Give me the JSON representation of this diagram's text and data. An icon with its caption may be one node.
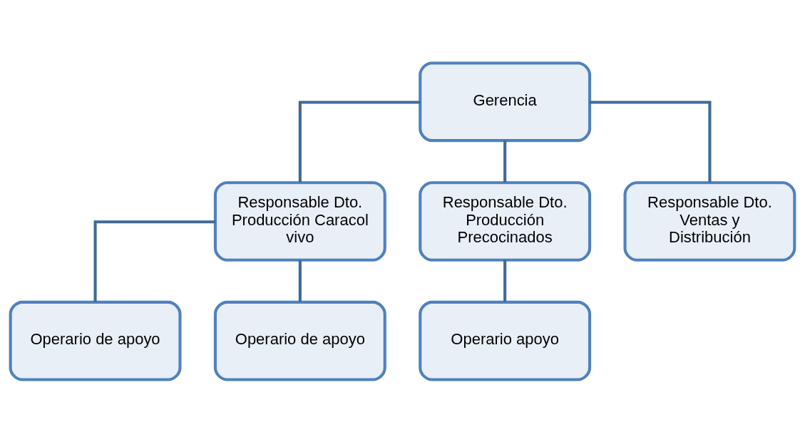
{
  "diagram": {
    "nodes": [
      {
        "text": [
          "Gerencia"
        ]
      },
      {
        "text": [
          "Responsable Dto. Producción Caracol vivo"
        ]
      },
      {
        "text": [
          "Responsable Dto. Producción Precocinados"
        ]
      },
      {
        "text": [
          "Responsable Dto. Ventas y Distribución"
        ]
      },
      {
        "text": [
          "Operario de apoyo"
        ]
      },
      {
        "text": [
          "Operario de apoyo"
        ]
      },
      {
        "text": [
          "Operario apoyo"
        ]
      }
    ],
    "edges": [
      {
        "from": 0,
        "to": 1,
        "arrow": "none"
      },
      {
        "from": 0,
        "to": 2,
        "arrow": "none"
      },
      {
        "from": 0,
        "to": 3,
        "arrow": "none"
      },
      {
        "from": 1,
        "to": 4,
        "arrow": "none"
      },
      {
        "from": 1,
        "to": 5,
        "arrow": "none"
      },
      {
        "from": 2,
        "to": 6,
        "arrow": "none"
      }
    ]
  }
}
